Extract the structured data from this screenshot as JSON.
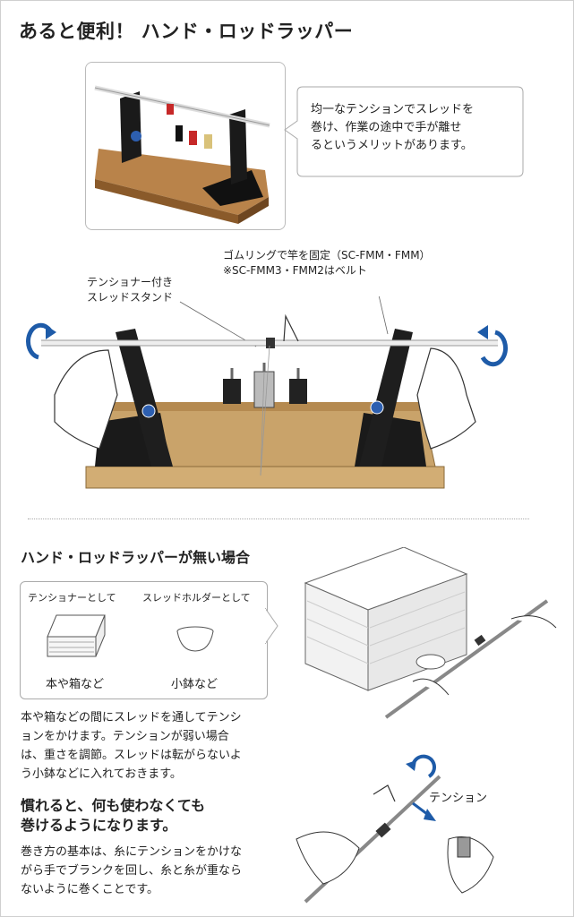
{
  "title": "あると便利！ ハンド・ロッドラッパー",
  "intro": [
    "均一なテンションでスレッドを",
    "巻け、作業の途中で手が離せ",
    "るというメリットがあります。"
  ],
  "labels": {
    "tensioner": [
      "テンショナー付き",
      "スレッドスタンド"
    ],
    "rubber": [
      "ゴムリングで竿を固定（SC-FMM・FMM）",
      "※SC-FMM3・FMM2はベルト"
    ]
  },
  "without": {
    "title": "ハンド・ロッドラッパーが無い場合",
    "tensioner_label": "テンショナーとして",
    "holder_label": "スレッドホルダーとして",
    "tensioner_item": "本や箱など",
    "holder_item": "小鉢など",
    "paragraph": [
      "本や箱などの間にスレッドを通してテンシ",
      "ョンをかけます。テンションが弱い場合",
      "は、重さを調節。スレッドは転がらないよ",
      "う小鉢などに入れておきます。"
    ]
  },
  "used": {
    "heading": [
      "慣れると、何も使わなくても",
      "巻けるようになります。"
    ],
    "paragraph": [
      "巻き方の基本は、糸にテンションをかけな",
      "がら手でブランクを回し、糸と糸が重なら",
      "ないように巻くことです。"
    ],
    "tension_label": "テンション"
  },
  "colors": {
    "wood": "#c9a36a",
    "wood_dark": "#a87e45",
    "stand": "#222222",
    "arrow_blue": "#1e5ba8"
  }
}
